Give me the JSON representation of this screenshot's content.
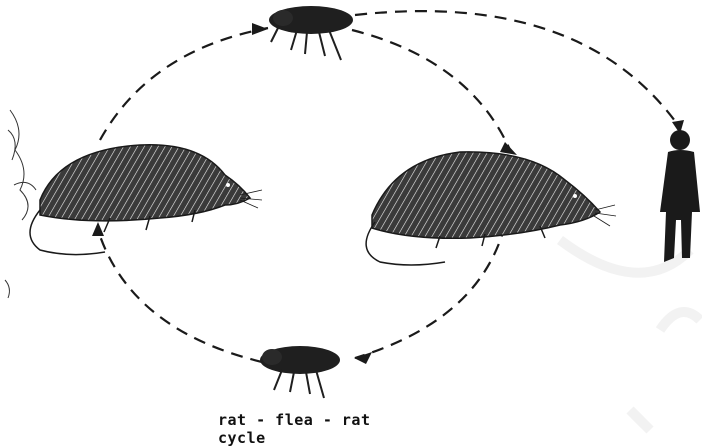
{
  "diagram": {
    "caption": "rat - flea - rat cycle",
    "nodes": [
      {
        "id": "flea-top",
        "kind": "flea"
      },
      {
        "id": "rat-right",
        "kind": "rat"
      },
      {
        "id": "flea-bottom",
        "kind": "flea"
      },
      {
        "id": "rat-left",
        "kind": "rat"
      },
      {
        "id": "human",
        "kind": "human"
      }
    ],
    "edges": [
      {
        "from": "flea-top",
        "to": "rat-right",
        "style": "dashed"
      },
      {
        "from": "rat-right",
        "to": "flea-bottom",
        "style": "dashed"
      },
      {
        "from": "flea-bottom",
        "to": "rat-left",
        "style": "dashed"
      },
      {
        "from": "rat-left",
        "to": "flea-top",
        "style": "dashed"
      },
      {
        "from": "flea-top",
        "to": "human",
        "style": "dashed"
      }
    ],
    "colors": {
      "ink": "#1a1a1a",
      "background": "#ffffff",
      "watermark": "#f2f2f2"
    }
  }
}
